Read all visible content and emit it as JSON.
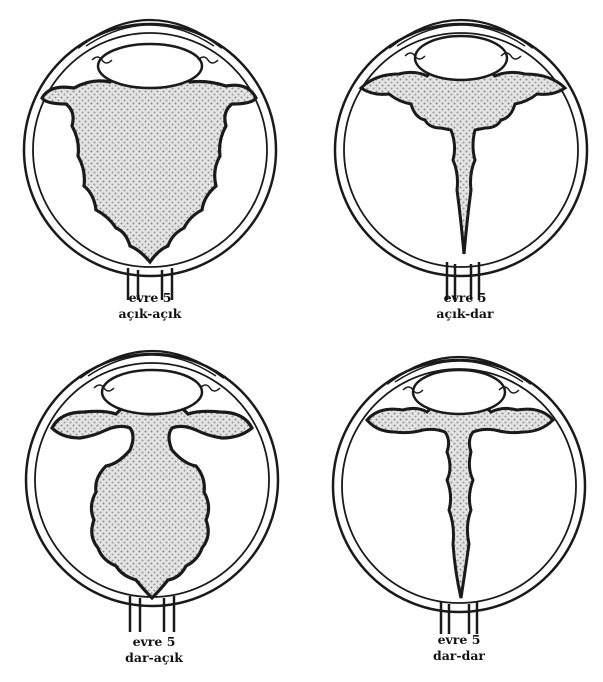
{
  "colors": {
    "stroke": "#1a1a1a",
    "fill": "#dcdcdc",
    "background": "#ffffff"
  },
  "panels": [
    {
      "id": "top-left",
      "stage": "evre 5",
      "type": "açık-açık"
    },
    {
      "id": "top-right",
      "stage": "evre 5",
      "type": "açık-dar"
    },
    {
      "id": "bottom-left",
      "stage": "evre 5",
      "type": "dar-açık"
    },
    {
      "id": "bottom-right",
      "stage": "evre 5",
      "type": "dar-dar"
    }
  ]
}
